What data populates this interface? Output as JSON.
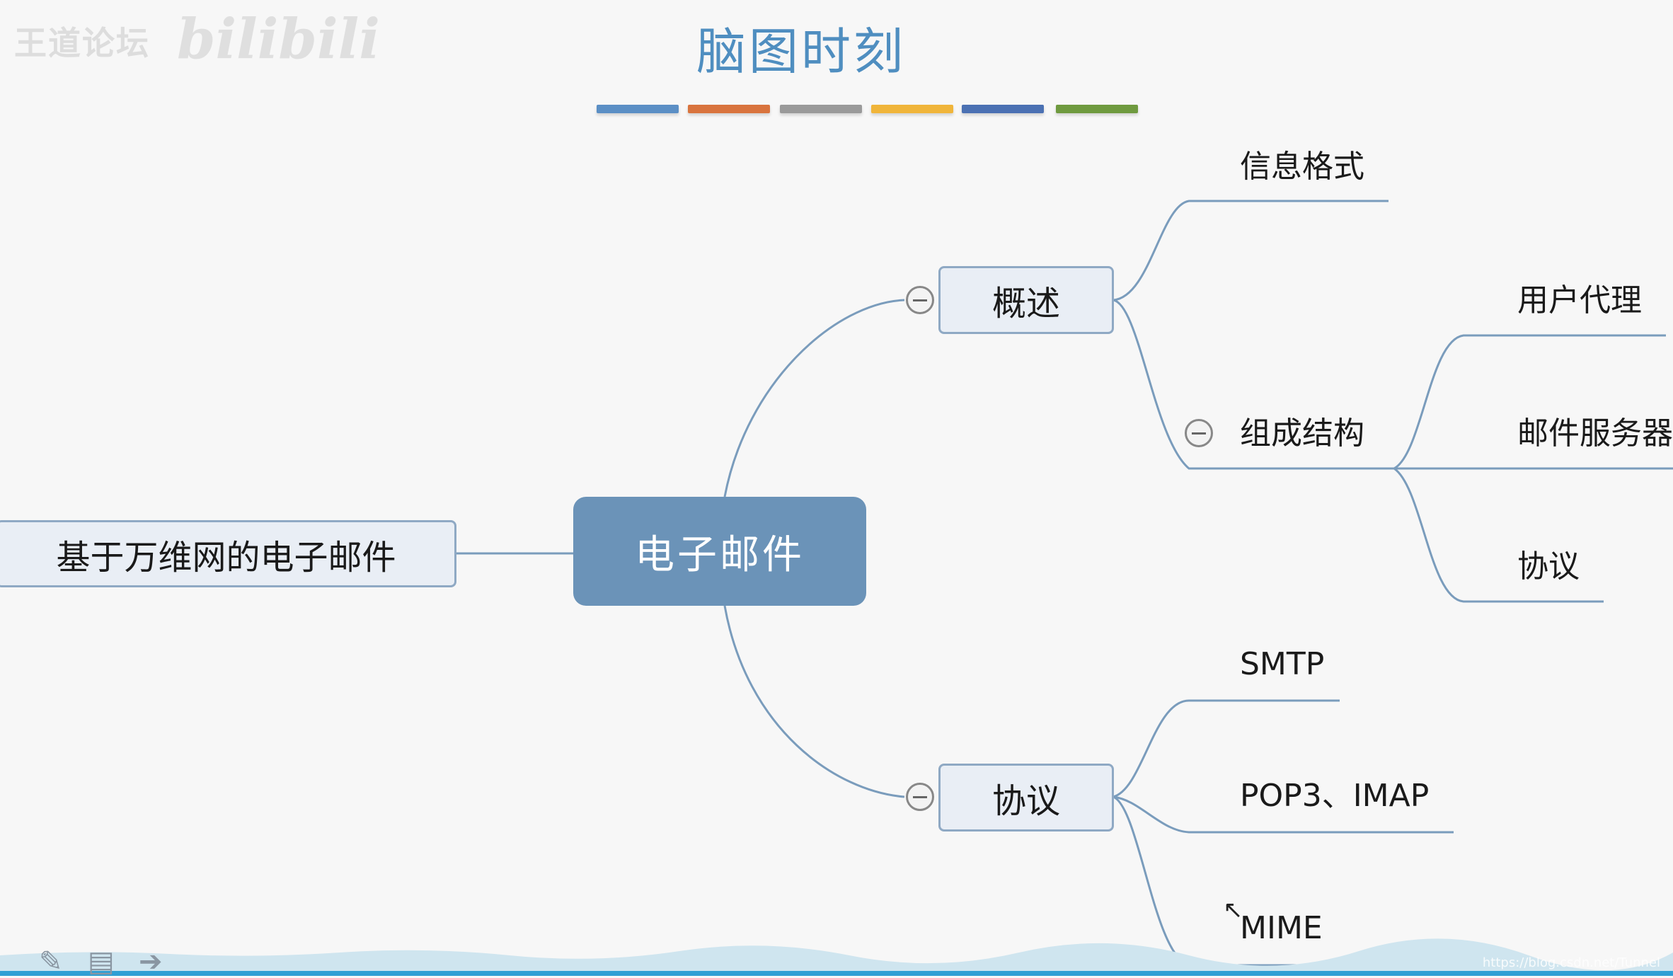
{
  "watermark": "王道论坛",
  "watermark_logo": "bilibili",
  "title": "脑图时刻",
  "color_bars": [
    "#5b8fc5",
    "#d9743e",
    "#9a9a9a",
    "#f0b53a",
    "#4b71b3",
    "#6f9a3f"
  ],
  "mindmap": {
    "center": "电子邮件",
    "left": "基于万维网的电子邮件",
    "overview": {
      "label": "概述",
      "format": "信息格式",
      "structure": {
        "label": "组成结构",
        "agent": "用户代理",
        "server": "邮件服务器",
        "protocol": "协议"
      }
    },
    "protocols": {
      "label": "协议",
      "smtp": "SMTP",
      "pop": "POP3、IMAP",
      "mime": "MIME"
    }
  },
  "url": "https://blog.csdn.net/Tunnel"
}
